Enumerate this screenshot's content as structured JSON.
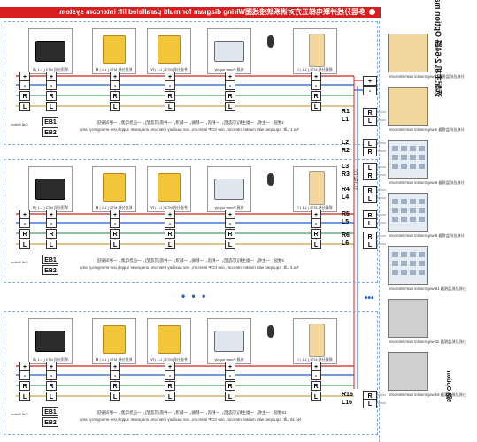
{
  "title": "多层分线并联电梯五方对讲系统接线图Wiring diagram for multi paralleled lift intercom system",
  "panels": [
    {
      "note_cn": "1楼层：一主机，一副主机(可选配)，一机房，一轿厢，一轿顶，一井底(可选配)，一应急电源，一呼叫按钮",
      "note_en": "No.1 Lift: Equipped with master intercom, one COP intercom, one auxiliary intercom, one power supply,one emergency lamp",
      "devices": [
        "轿顶分机 MT3 ( 1-1 ) Ⅱ",
        "机房分机 MT3 ( 1-1 ) Ⅲ",
        "井道分机 MT3 ( 1-1 ) Ⅳ",
        "电源 Power supply",
        "轿厢分机 MT3 ( 1-1 ) Ⅰ"
      ],
      "buttons": [
        "EB1",
        "EB2"
      ],
      "button_label": "Call Button"
    },
    {
      "note_cn": "2楼层：一主机，一副主机(可选配)，一机房，一轿厢，一轿顶，一井底(可选配)，一应急电源，一呼叫按钮",
      "note_en": "No.2 Lift: Equipped with master intercom, one COP intercom, one auxiliary intercom, one power supply,one emergency lamp",
      "devices": [
        "轿顶分机 MT3 ( 1-1 ) Ⅱ",
        "机房分机 MT3 ( 1-1 ) Ⅲ",
        "井道分机 MT3 ( 1-1 ) Ⅳ",
        "电源 Power supply",
        "轿厢分机 MT3 ( 1-1 ) Ⅰ"
      ],
      "buttons": [
        "EB1",
        "EB2"
      ],
      "button_label": "Call Button"
    },
    {
      "note_cn": "16楼层：一主机，一副主机(可选配)，一机房，一轿厢，一轿顶，一井底(可选配)，一应急电源，一呼叫按钮",
      "note_en": "No.16 Lift: Equipped with master intercom, one COP intercom, one auxiliary intercom, one power supply,one emergency lamp",
      "devices": [
        "轿顶分机 MT3 ( 1-1 ) Ⅱ",
        "机房分机 MT3 ( 1-1 ) Ⅲ",
        "井道分机 MT3 ( 1-1 ) Ⅳ",
        "电源 Power supply",
        "轿厢分机 MT3 ( 1-1 ) Ⅰ"
      ],
      "buttons": [
        "EB1",
        "EB2"
      ],
      "button_label": "Call Button"
    }
  ],
  "terminals": {
    "plus": "+",
    "minus": "-",
    "R": "R",
    "L": "L"
  },
  "bus_labels": [
    "R1",
    "L1",
    "L2",
    "R2",
    "L3",
    "R3",
    "R4",
    "L4",
    "R5",
    "L5",
    "R6",
    "L6",
    "R16",
    "L16"
  ],
  "power_label": "12-15V DC",
  "monitors": [
    "分机总机监视器 2-way monitor room intercom",
    "分机总机监视器 4-way monitor room intercom",
    "分机总机监视器 6-way monitor room intercom",
    "分机总机监视器 8-way monitor room intercom",
    "分机总机监视器 16-way monitor room intercom",
    "分机总机监视器 32-way monitor room intercom",
    "分机总机监视器 64-way monitor room intercom"
  ],
  "side_title": "选配主机 2-64路 Option master 2-64 way",
  "side_title_bottom": "5路 Option"
}
